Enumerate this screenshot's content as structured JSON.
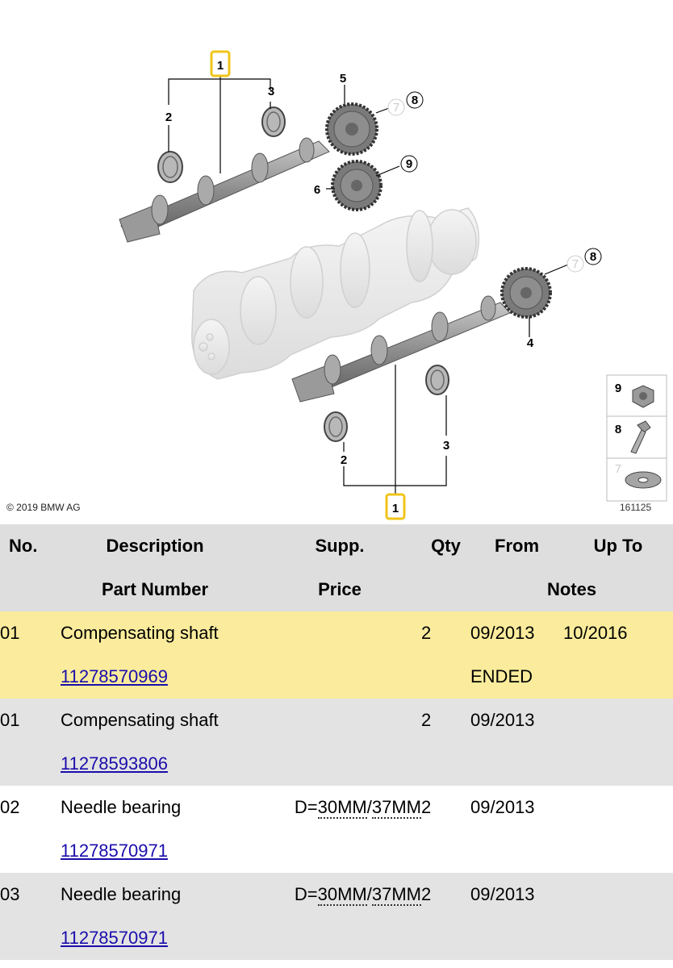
{
  "diagram": {
    "copyright": "© 2019 BMW AG",
    "drawing_number": "161125",
    "callouts": [
      "1",
      "2",
      "3",
      "5",
      "7",
      "8",
      "6",
      "9",
      "7",
      "8",
      "4",
      "2",
      "3",
      "1"
    ],
    "legend": [
      "9",
      "8",
      "7"
    ]
  },
  "table": {
    "headers": {
      "no": "No.",
      "description": "Description",
      "supp": "Supp.",
      "qty": "Qty",
      "from": "From",
      "upto": "Up To",
      "part_number": "Part Number",
      "price": "Price",
      "notes": "Notes"
    },
    "rows": [
      {
        "no": "01",
        "description": "Compensating shaft",
        "supp": "",
        "qty": "2",
        "from": "09/2013",
        "upto": "10/2016",
        "part_number": "11278570969",
        "price": "",
        "notes": "ENDED",
        "highlighted": true
      },
      {
        "no": "01",
        "description": "Compensating shaft",
        "supp": "",
        "qty": "2",
        "from": "09/2013",
        "upto": "",
        "part_number": "11278593806",
        "price": "",
        "notes": ""
      },
      {
        "no": "02",
        "description": "Needle bearing",
        "supp_prefix": "D=",
        "supp_a": "30MM",
        "supp_sep": "/",
        "supp_b": "37MM",
        "qty": "2",
        "from": "09/2013",
        "upto": "",
        "part_number": "11278570971",
        "price": "",
        "notes": ""
      },
      {
        "no": "03",
        "description": "Needle bearing",
        "supp_prefix": "D=",
        "supp_a": "30MM",
        "supp_sep": "/",
        "supp_b": "37MM",
        "qty": "2",
        "from": "09/2013",
        "upto": "",
        "part_number": "11278570971",
        "price": "",
        "notes": ""
      }
    ]
  }
}
